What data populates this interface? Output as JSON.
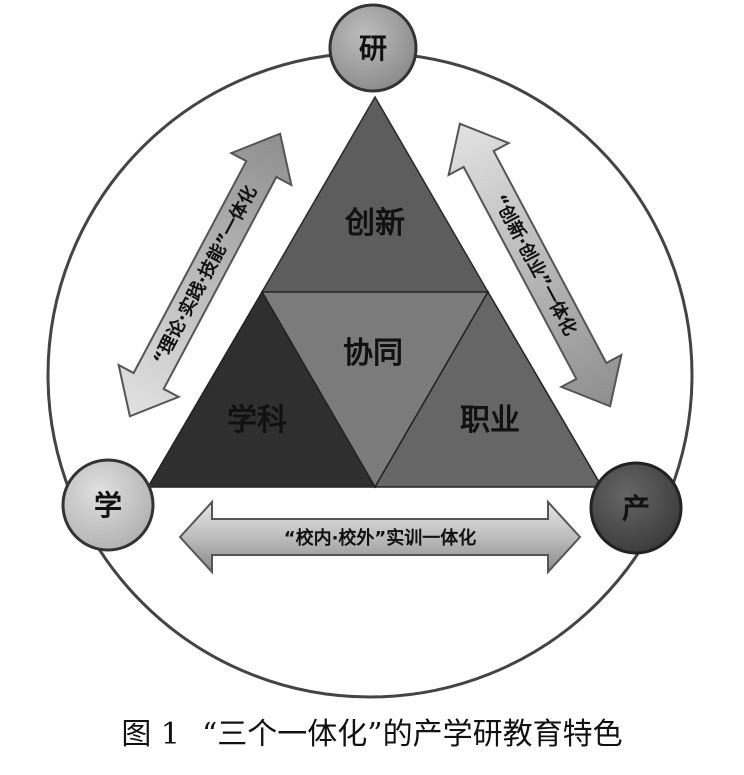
{
  "diagram": {
    "nodes": {
      "top": "研",
      "left": "学",
      "right": "产"
    },
    "triangle": {
      "top": "创新",
      "center": "协同",
      "left": "学科",
      "right": "职业"
    },
    "arrows": {
      "left": "“理论·实践·技能”一体化",
      "right": "“创新·创业”一体化",
      "bottom": "“校内·校外”实训一体化"
    },
    "colors": {
      "top_triangle": "#5b5b5b",
      "center_triangle": "#7a7a7a",
      "left_triangle": "#2e2e2e",
      "right_triangle": "#6a6a6a",
      "node_top": "#9a9a9a",
      "node_left": "#c4c4c4",
      "node_right": "#4a4a4a",
      "arrow_fill": "#c8c8c8"
    }
  },
  "caption": {
    "figure_no": "图 1",
    "title": "“三个一体化”的产学研教育特色"
  }
}
